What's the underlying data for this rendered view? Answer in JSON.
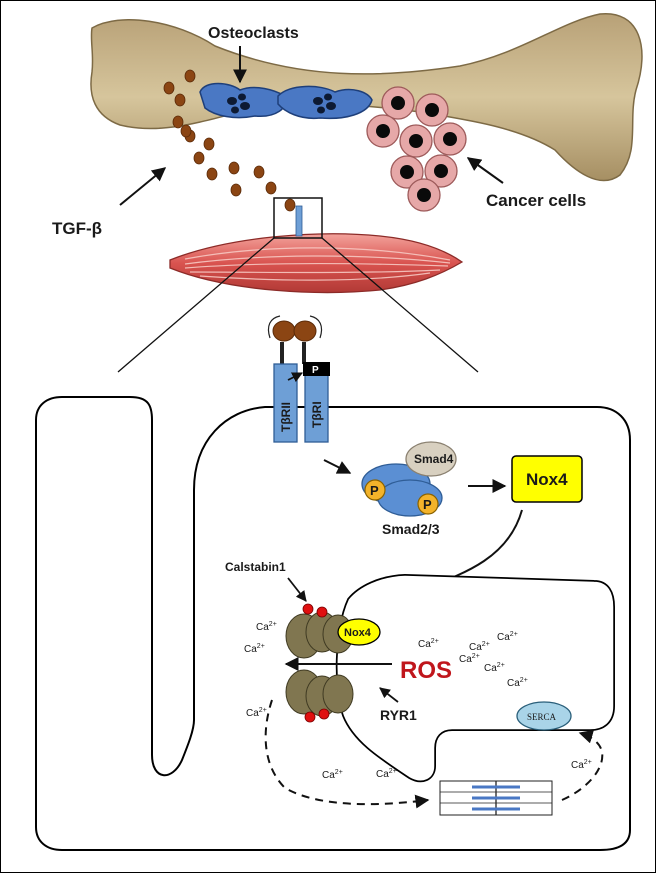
{
  "labels": {
    "osteoclasts": "Osteoclasts",
    "cancer_cells": "Cancer cells",
    "tgf_beta": "TGF-β",
    "tbrii": "TβRII",
    "tbri": "TβRI",
    "p": "P",
    "smad4": "Smad4",
    "smad23": "Smad2/3",
    "nox4_box": "Nox4",
    "nox4_oval": "Nox4",
    "calstabin1": "Calstabin1",
    "ros": "ROS",
    "ryr1": "RYR1",
    "serca": "SERCA",
    "ca_base": "Ca",
    "ca_sup": "2+"
  },
  "colors": {
    "bone": "#c9b58c",
    "osteoclast": "#4a78c4",
    "cancer_cell": "#e6a8a8",
    "tgf_dot": "#8b4513",
    "muscle": "#d9534f",
    "receptor": "#6e9fd6",
    "smad": "#5b8fd3",
    "smad4": "#d8d0c0",
    "phospho": "#f3b32a",
    "nox4": "#ffff00",
    "ros": "#c0161c",
    "ryr1": "#807650",
    "calstabin": "#e01010",
    "serca": "#a9d4e8"
  }
}
